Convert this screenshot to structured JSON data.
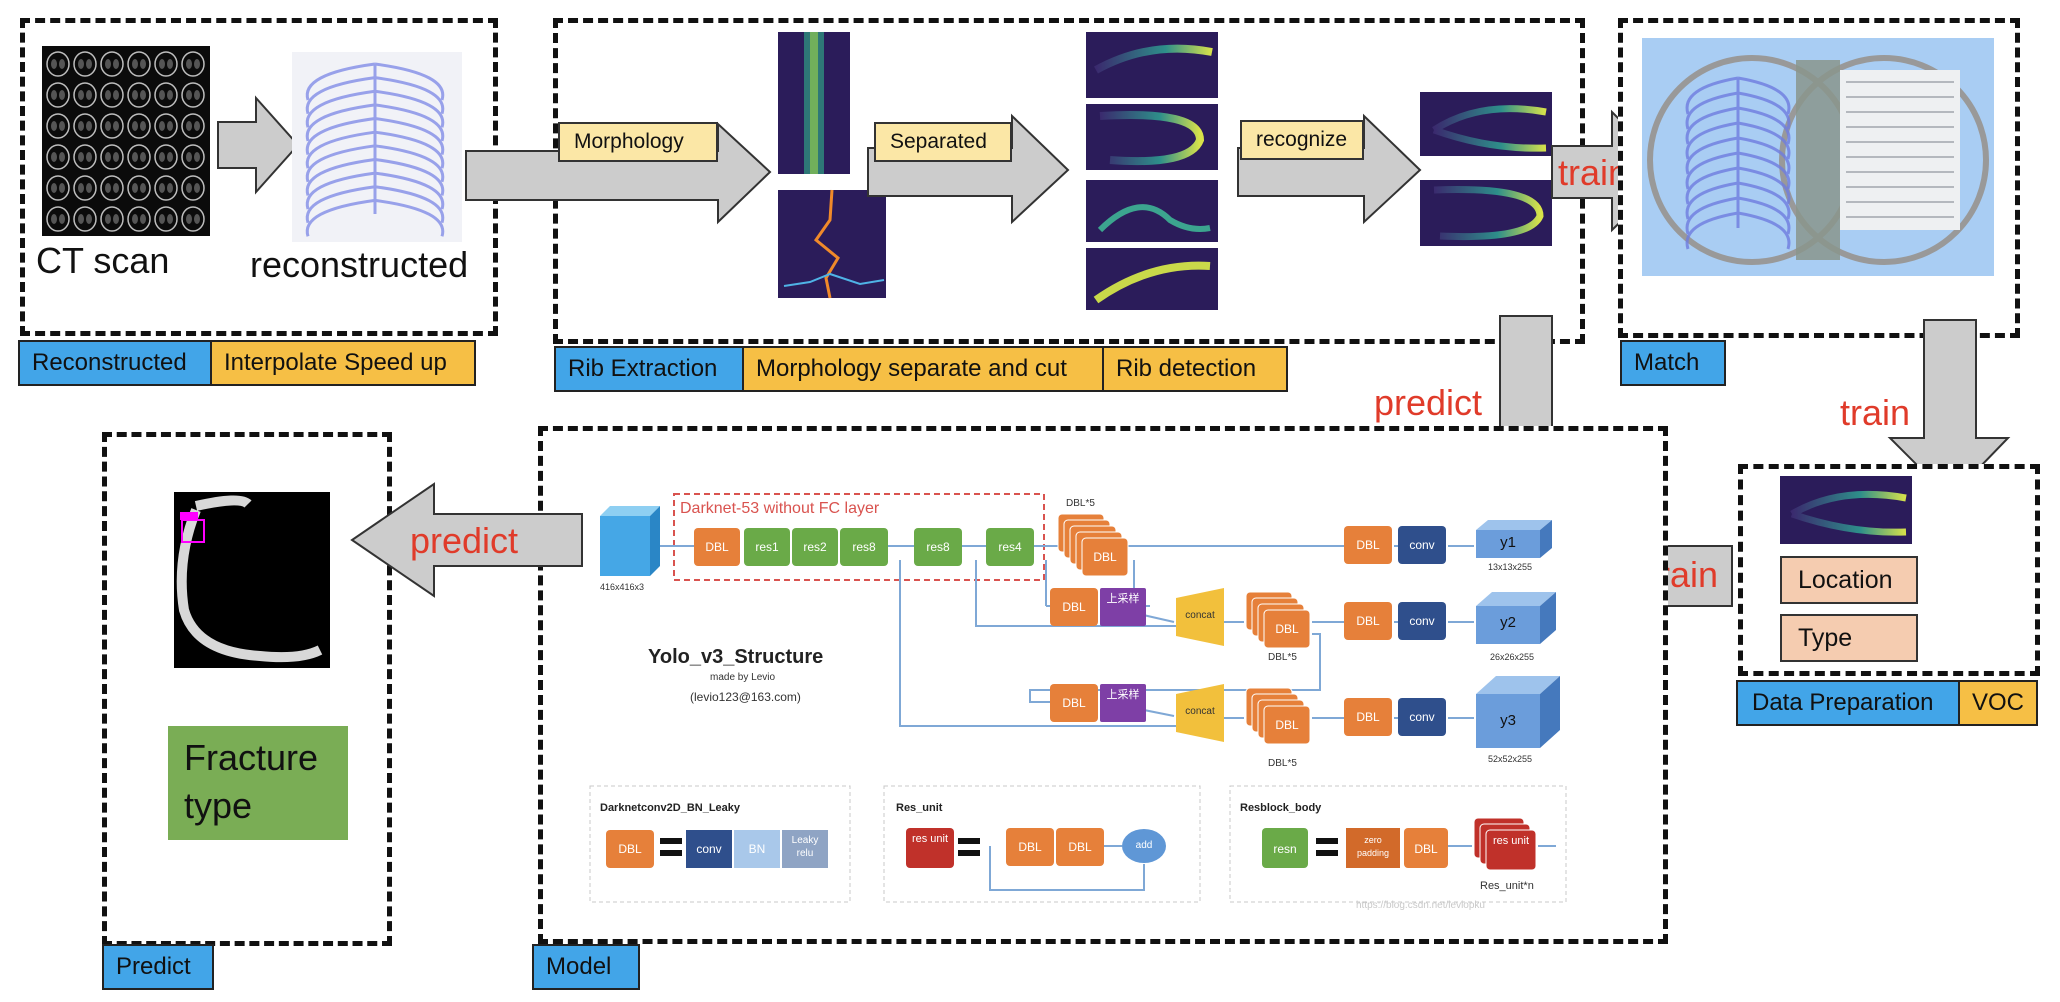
{
  "stages": {
    "reconstruction": {
      "ct_label": "CT scan",
      "recon_label": "reconstructed",
      "tags": [
        "Reconstructed",
        "Interpolate Speed up"
      ]
    },
    "rib_extraction": {
      "step_labels": [
        "Morphology",
        "Separated",
        "recognize"
      ],
      "tags": [
        "Rib Extraction",
        "Morphology separate and cut",
        "Rib detection"
      ]
    },
    "match": {
      "tags": [
        "Match"
      ]
    },
    "data_preparation": {
      "fields": [
        "Location",
        "Type"
      ],
      "tags": [
        "Data Preparation",
        "VOC"
      ]
    },
    "model": {
      "tags": [
        "Model"
      ],
      "yolo": {
        "title": "Yolo_v3_Structure",
        "made_by": "made by Levio",
        "email": "(levio123@163.com)",
        "darknet_label": "Darknet-53 without FC layer",
        "input_size": "416x416x3",
        "blocks": {
          "dbl": "DBL",
          "res1": "res1",
          "res2": "res2",
          "res8": "res8",
          "res4": "res4",
          "conv": "conv",
          "concat": "concat",
          "upsample": "上采样",
          "dbl5": "DBL*5"
        },
        "outputs": [
          {
            "name": "y1",
            "size": "13x13x255"
          },
          {
            "name": "y2",
            "size": "26x26x255"
          },
          {
            "name": "y3",
            "size": "52x52x255"
          }
        ],
        "legend": {
          "dbl_title": "Darknetconv2D_BN_Leaky",
          "dbl_parts": [
            "DBL",
            "conv",
            "BN",
            "Leaky relu"
          ],
          "res_title": "Res_unit",
          "res_parts": [
            "res unit",
            "DBL",
            "DBL",
            "add"
          ],
          "resblock_title": "Resblock_body",
          "resblock_parts": [
            "resn",
            "zero padding",
            "DBL",
            "res unit",
            "Res_unit*n"
          ]
        },
        "watermark": "https://blog.csdn.net/leviopku"
      }
    },
    "predict": {
      "result_label": "Fracture type",
      "tags": [
        "Predict"
      ]
    }
  },
  "arrow_labels": {
    "train": "train",
    "predict": "predict"
  },
  "colors": {
    "tag_blue": "#42a5e8",
    "tag_orange": "#f6bf45",
    "arrow_fill": "#cccccc",
    "red_text": "#e03b2a",
    "fracture_green": "#7aad55"
  }
}
